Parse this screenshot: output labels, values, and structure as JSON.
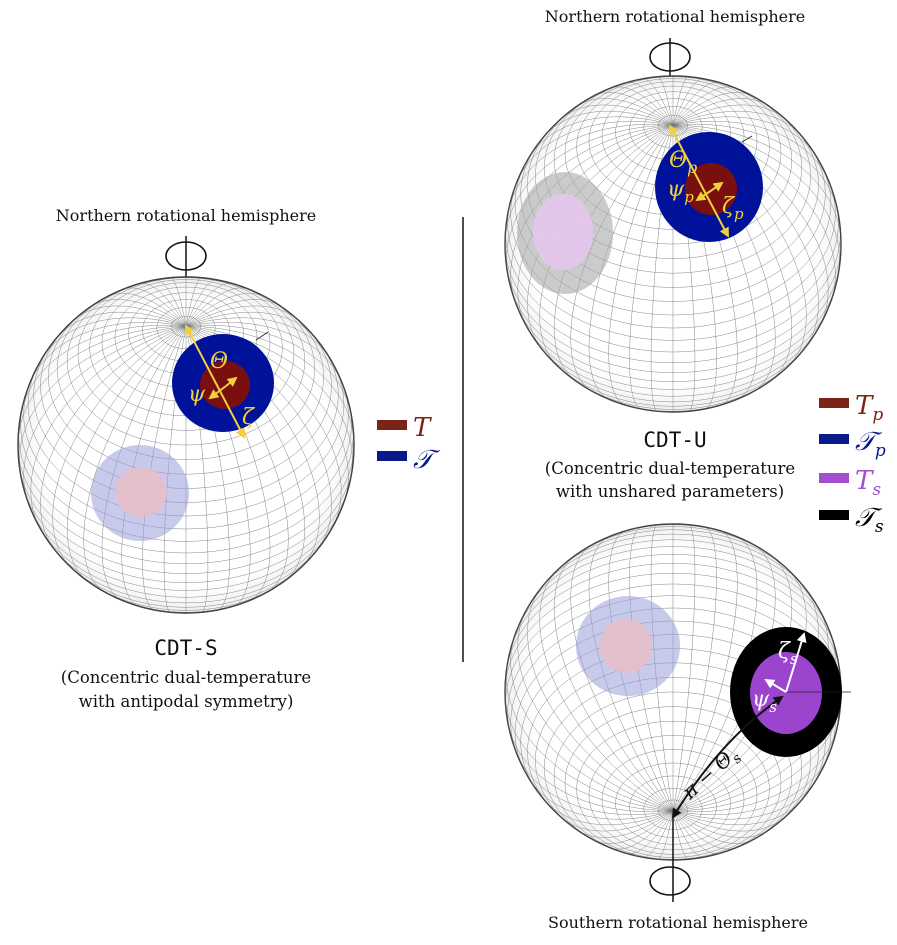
{
  "colors": {
    "T_color": "#7b2416",
    "calT_color": "#0b1a8a",
    "Ts_color": "#a24ecf",
    "calTs_color": "#000000",
    "spot_dark_red": "#7a0f10",
    "spot_blue": "#00129a",
    "spot_purple": "#9b45cf",
    "arrow_yellow": "#f2d03a",
    "ghost_blue": "#9a9fdc",
    "ghost_pink": "#e6bfc8",
    "ghost_grey": "#a9a9a9",
    "ghost_lilac": "#e3c6ec",
    "divider": "#222222"
  },
  "left": {
    "hemisphere": "Northern rotational hemisphere",
    "model": "CDT-S",
    "desc_line1": "(Concentric dual-temperature",
    "desc_line2": "with antipodal symmetry)",
    "labels": {
      "theta": "Θ",
      "psi": "ψ",
      "zeta": "ζ"
    },
    "legend": [
      {
        "symbol": "T",
        "color": "#7b2416"
      },
      {
        "symbol": "𝒯",
        "color": "#0b1a8a"
      }
    ]
  },
  "right_top": {
    "hemisphere": "Northern rotational hemisphere",
    "model": "CDT-U",
    "desc_line1": "(Concentric dual-temperature",
    "desc_line2": "with unshared parameters)",
    "labels": {
      "theta": "Θ",
      "theta_sub": "p",
      "psi": "ψ",
      "psi_sub": "p",
      "zeta": "ζ",
      "zeta_sub": "p"
    }
  },
  "right_bottom": {
    "hemisphere": "Southern rotational hemisphere",
    "labels": {
      "psi": "ψ",
      "psi_sub": "s",
      "zeta": "ζ",
      "zeta_sub": "s",
      "pi_theta": "π − Θ",
      "pi_theta_sub": "s"
    }
  },
  "right_legend": [
    {
      "symbol": "T",
      "sub": "p",
      "color": "#7b2416"
    },
    {
      "symbol": "𝒯",
      "sub": "p",
      "color": "#0b1a8a"
    },
    {
      "symbol": "T",
      "sub": "s",
      "color": "#a24ecf"
    },
    {
      "symbol": "𝒯",
      "sub": "s",
      "color": "#000000"
    }
  ]
}
